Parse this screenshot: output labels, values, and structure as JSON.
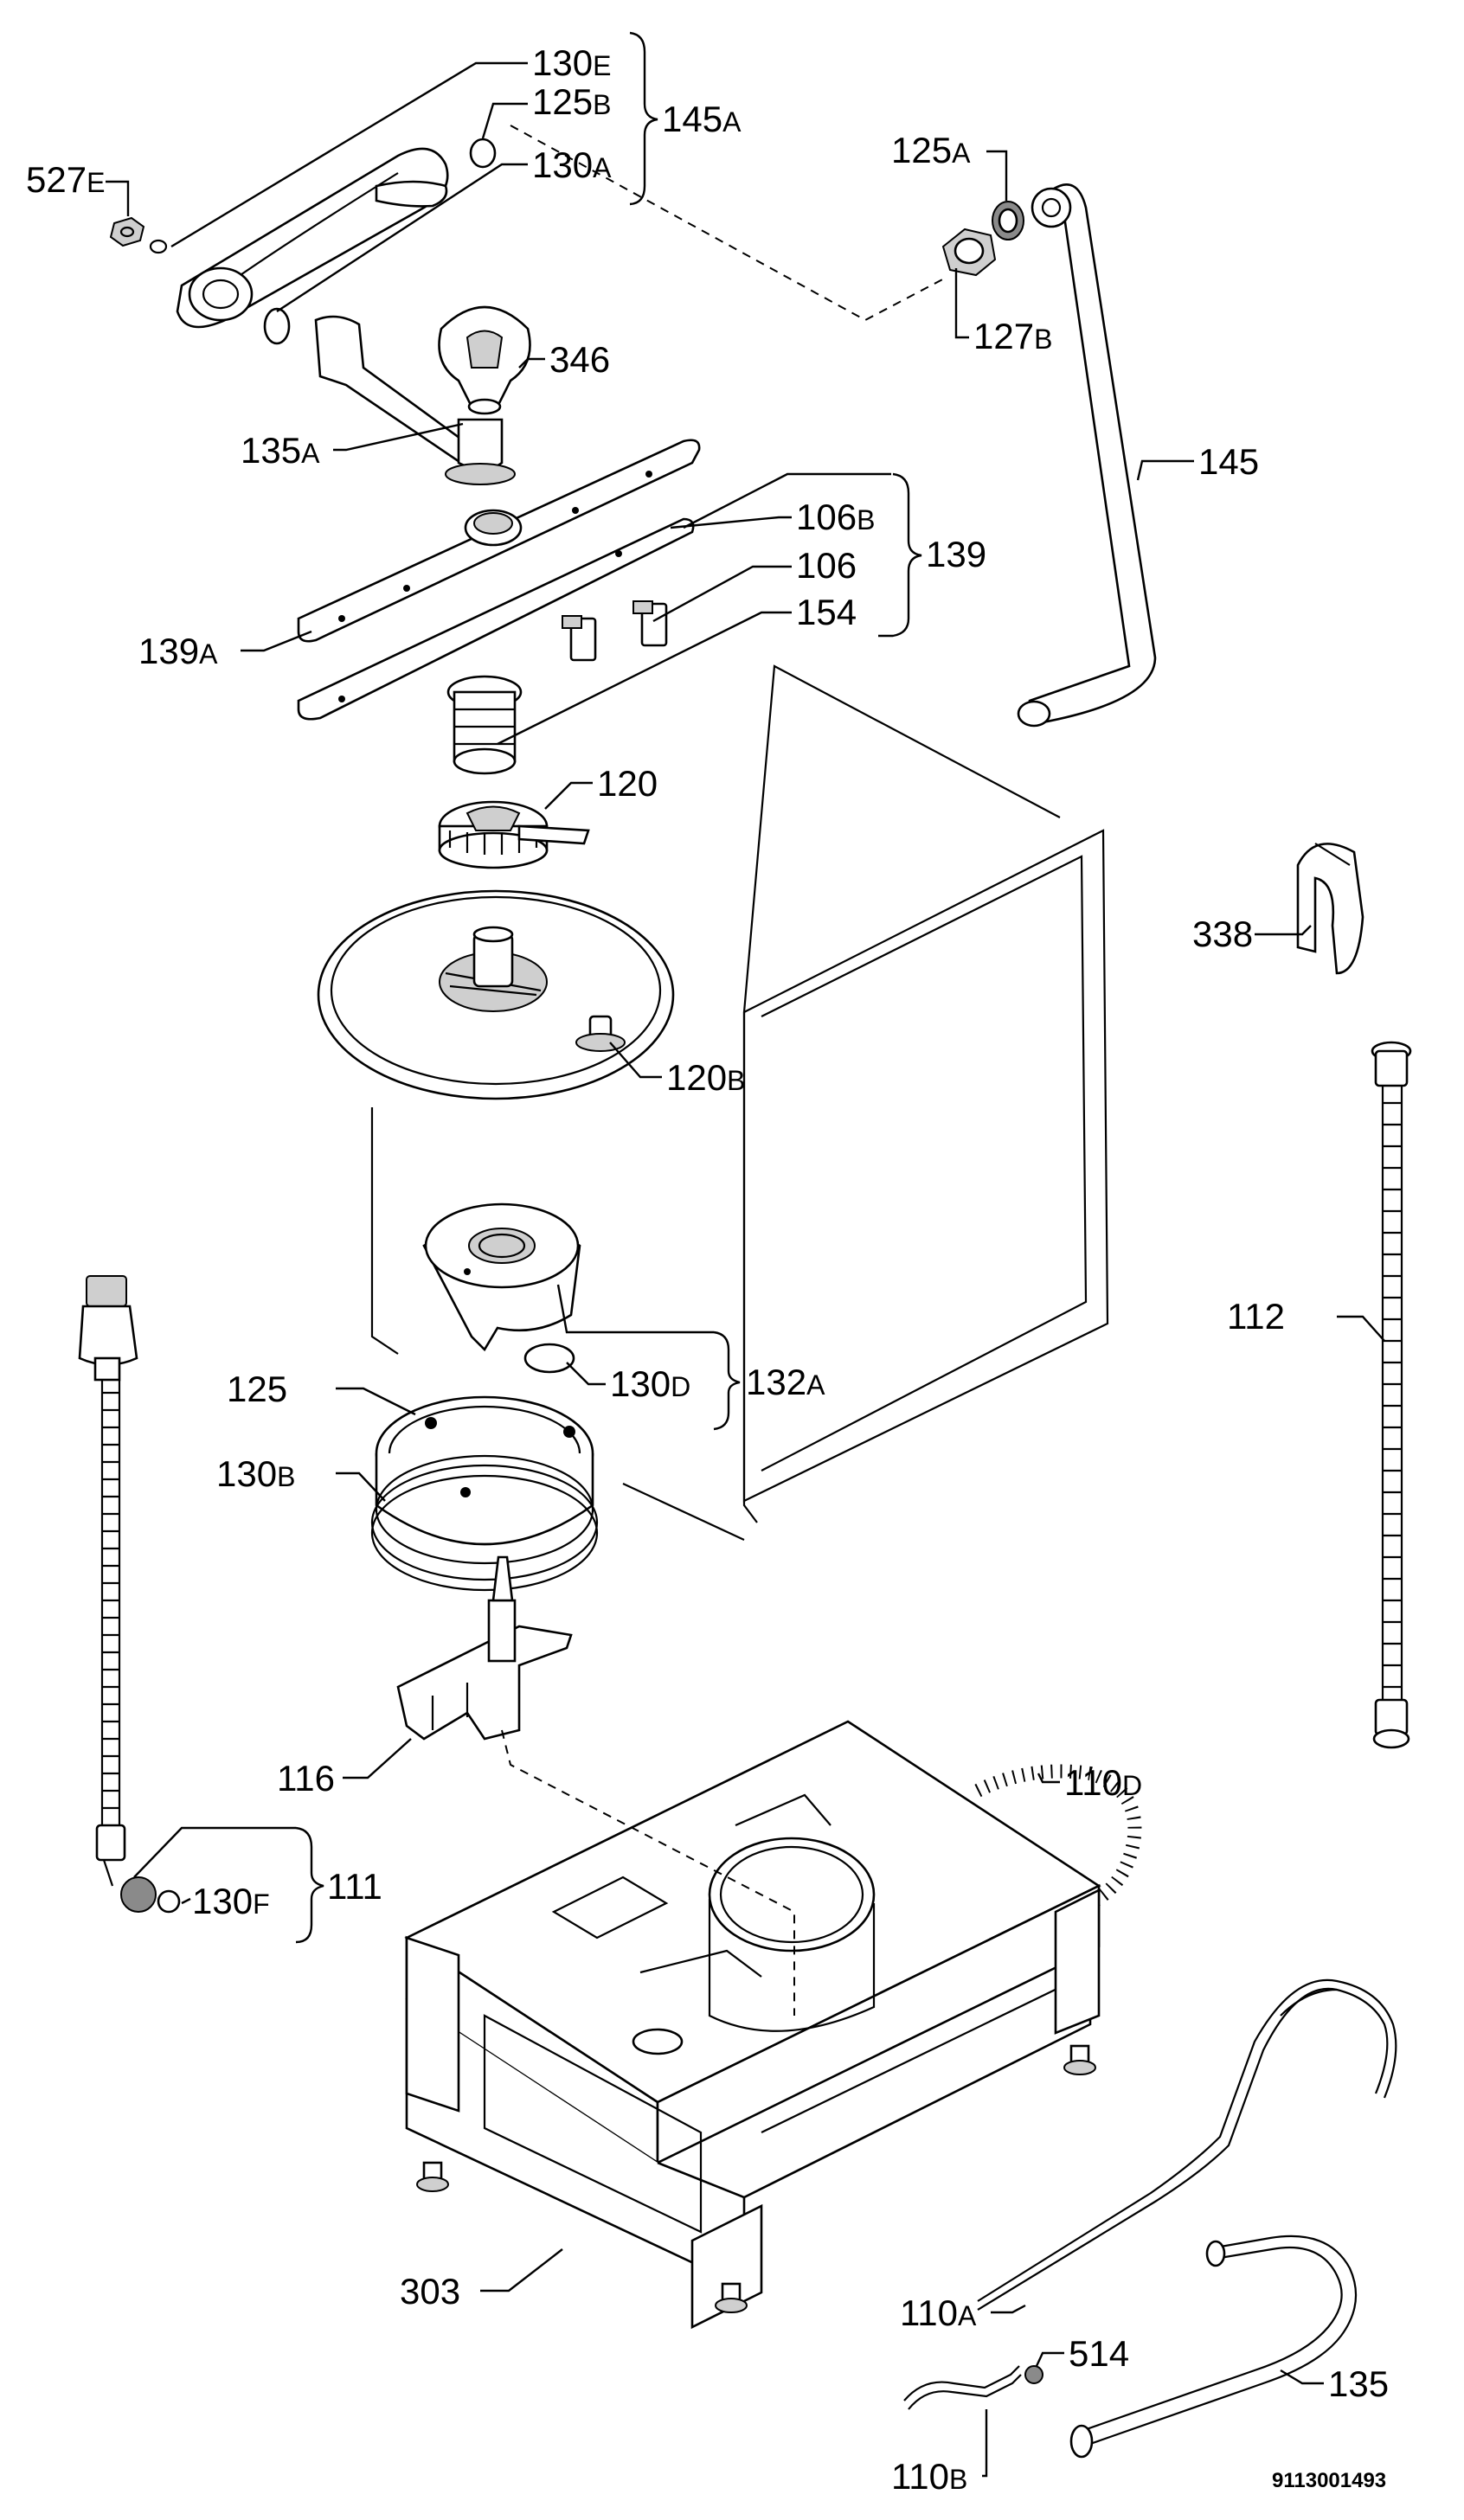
{
  "diagram": {
    "callouts": {
      "c130e": {
        "num": "130",
        "suf": "E"
      },
      "c125b": {
        "num": "125",
        "suf": "B"
      },
      "c145a": {
        "num": "145",
        "suf": "A"
      },
      "c130a": {
        "num": "130",
        "suf": "A"
      },
      "c527e": {
        "num": "527",
        "suf": "E"
      },
      "c125a": {
        "num": "125",
        "suf": "A"
      },
      "c127b": {
        "num": "127",
        "suf": "B"
      },
      "c346": {
        "num": "346",
        "suf": ""
      },
      "c145": {
        "num": "145",
        "suf": ""
      },
      "c135a": {
        "num": "135",
        "suf": "A"
      },
      "c106b": {
        "num": "106",
        "suf": "B"
      },
      "c139": {
        "num": "139",
        "suf": ""
      },
      "c106": {
        "num": "106",
        "suf": ""
      },
      "c154": {
        "num": "154",
        "suf": ""
      },
      "c139a": {
        "num": "139",
        "suf": "A"
      },
      "c120": {
        "num": "120",
        "suf": ""
      },
      "c338": {
        "num": "338",
        "suf": ""
      },
      "c120b": {
        "num": "120",
        "suf": "B"
      },
      "c112": {
        "num": "112",
        "suf": ""
      },
      "c132a": {
        "num": "132",
        "suf": "A"
      },
      "c130d": {
        "num": "130",
        "suf": "D"
      },
      "c125": {
        "num": "125",
        "suf": ""
      },
      "c130b": {
        "num": "130",
        "suf": "B"
      },
      "c116": {
        "num": "116",
        "suf": ""
      },
      "c110d": {
        "num": "110",
        "suf": "D"
      },
      "c111": {
        "num": "111",
        "suf": ""
      },
      "c130f": {
        "num": "130",
        "suf": "F"
      },
      "c303": {
        "num": "303",
        "suf": ""
      },
      "c110a": {
        "num": "110",
        "suf": "A"
      },
      "c514": {
        "num": "514",
        "suf": ""
      },
      "c135": {
        "num": "135",
        "suf": ""
      },
      "c110b": {
        "num": "110",
        "suf": "B"
      }
    },
    "document_number": "9113001493"
  }
}
